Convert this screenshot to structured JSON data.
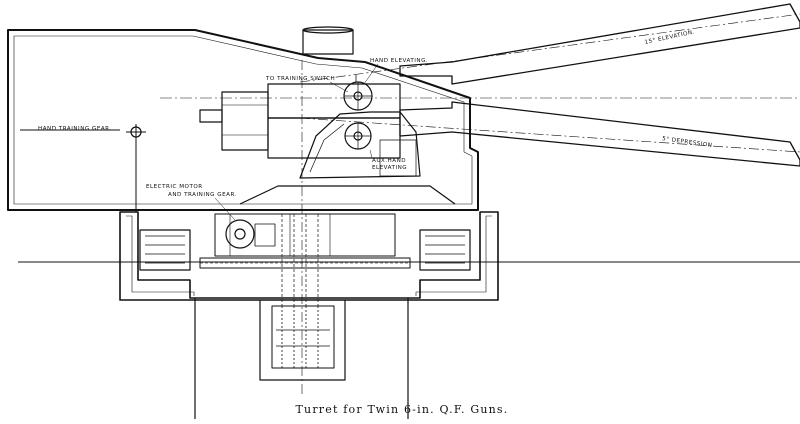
{
  "caption": "Turret for Twin 6-in. Q.F. Guns.",
  "labels": {
    "hand_elevating": "HAND ELEVATING.",
    "to_training_switch": "TO TRAINING SWITCH",
    "hand_training_gear": "HAND TRAINING GEAR.",
    "aux_hand_line1": "AUX.HAND",
    "aux_hand_line2": "ELEVATING",
    "electric_motor_line1": "ELECTRIC MOTOR",
    "electric_motor_line2": "AND TRAINING GEAR.",
    "elevation": "15° ELEVATION.",
    "depression": "5° DEPRESSION"
  },
  "colors": {
    "ink": "#111111",
    "paper": "#ffffff"
  }
}
